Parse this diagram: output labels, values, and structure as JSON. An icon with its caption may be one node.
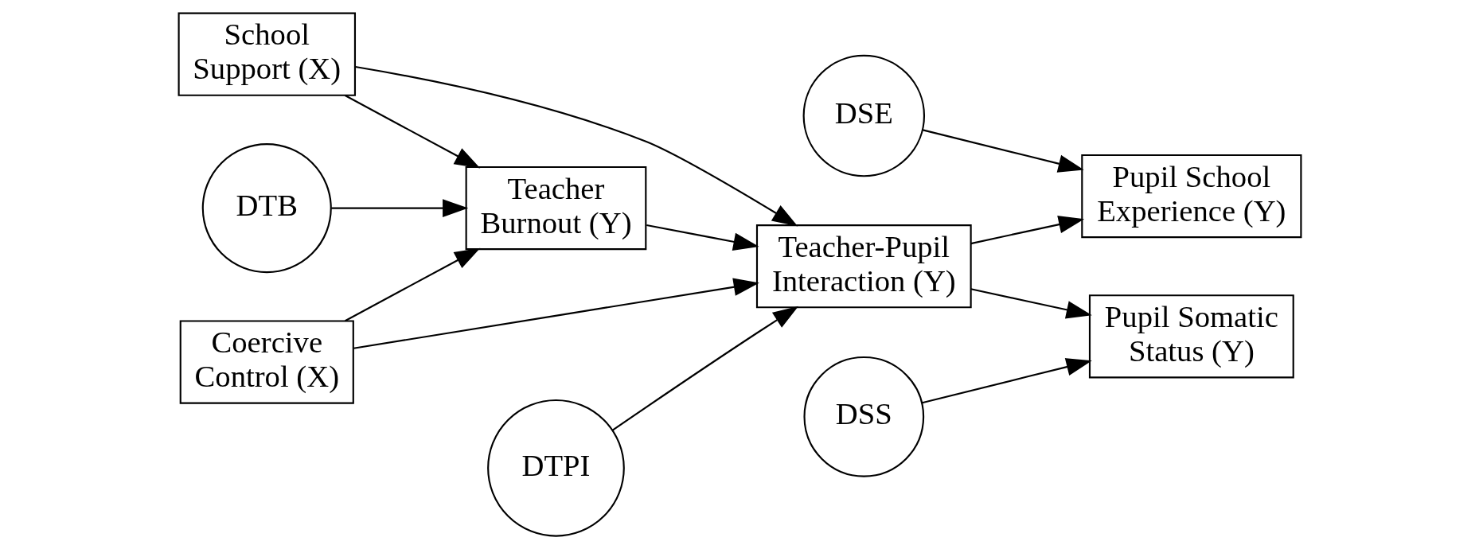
{
  "diagram": {
    "nodes": [
      {
        "text": [
          "School Support (X)"
        ]
      },
      {
        "text": [
          "DTB"
        ]
      },
      {
        "text": [
          "Coercive Control (X)"
        ]
      },
      {
        "text": [
          "Teacher Burnout (Y)"
        ]
      },
      {
        "text": [
          "DTPI"
        ]
      },
      {
        "text": [
          "Teacher-Pupil Interaction (Y)"
        ]
      },
      {
        "text": [
          "DSE"
        ]
      },
      {
        "text": [
          "DSS"
        ]
      },
      {
        "text": [
          "Pupil School Experience (Y)"
        ]
      },
      {
        "text": [
          "Pupil Somatic Status (Y)"
        ]
      }
    ],
    "edges": [
      {
        "from": 0,
        "to": 3,
        "arrow": "to"
      },
      {
        "from": 0,
        "to": 5,
        "arrow": "to"
      },
      {
        "from": 1,
        "to": 3,
        "arrow": "to"
      },
      {
        "from": 2,
        "to": 3,
        "arrow": "to"
      },
      {
        "from": 2,
        "to": 5,
        "arrow": "to"
      },
      {
        "from": 3,
        "to": 5,
        "arrow": "to"
      },
      {
        "from": 4,
        "to": 5,
        "arrow": "to"
      },
      {
        "from": 6,
        "to": 8,
        "arrow": "to"
      },
      {
        "from": 5,
        "to": 8,
        "arrow": "to"
      },
      {
        "from": 5,
        "to": 9,
        "arrow": "to"
      },
      {
        "from": 7,
        "to": 9,
        "arrow": "to"
      }
    ]
  }
}
